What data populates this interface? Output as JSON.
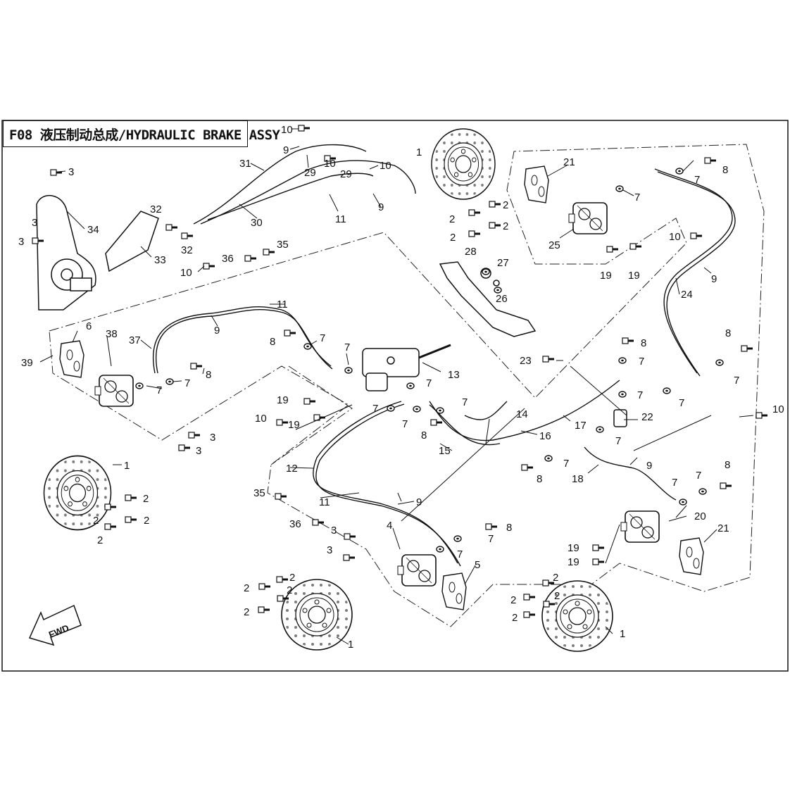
{
  "title": "F08 液压制动总成/HYDRAULIC BRAKE ASSY",
  "fwd_label": "FWD",
  "colors": {
    "line": "#111111",
    "background": "#ffffff"
  },
  "callouts": [
    {
      "id": "c-10a",
      "n": "10"
    },
    {
      "id": "c-9a",
      "n": "9"
    },
    {
      "id": "c-29a",
      "n": "29"
    },
    {
      "id": "c-10b",
      "n": "10"
    },
    {
      "id": "c-31",
      "n": "31"
    },
    {
      "id": "c-10c",
      "n": "10"
    },
    {
      "id": "c-29b",
      "n": "29"
    },
    {
      "id": "c-9b",
      "n": "9"
    },
    {
      "id": "c-11a",
      "n": "11"
    },
    {
      "id": "c-30",
      "n": "30"
    },
    {
      "id": "c-3a",
      "n": "3"
    },
    {
      "id": "c-34",
      "n": "34"
    },
    {
      "id": "c-3b",
      "n": "3"
    },
    {
      "id": "c-3c",
      "n": "3"
    },
    {
      "id": "c-32a",
      "n": "32"
    },
    {
      "id": "c-32b",
      "n": "32"
    },
    {
      "id": "c-33",
      "n": "33"
    },
    {
      "id": "c-36a",
      "n": "36"
    },
    {
      "id": "c-35a",
      "n": "35"
    },
    {
      "id": "c-10d",
      "n": "10"
    },
    {
      "id": "c-11b",
      "n": "11"
    },
    {
      "id": "c-9c",
      "n": "9"
    },
    {
      "id": "c-37",
      "n": "37"
    },
    {
      "id": "c-6",
      "n": "6"
    },
    {
      "id": "c-38",
      "n": "38"
    },
    {
      "id": "c-39",
      "n": "39"
    },
    {
      "id": "c-8a",
      "n": "8"
    },
    {
      "id": "c-7a",
      "n": "7"
    },
    {
      "id": "c-7b",
      "n": "7"
    },
    {
      "id": "c-7c",
      "n": "7"
    },
    {
      "id": "c-7d",
      "n": "7"
    },
    {
      "id": "c-8b",
      "n": "8"
    },
    {
      "id": "c-3d",
      "n": "3"
    },
    {
      "id": "c-3e",
      "n": "3"
    },
    {
      "id": "c-1a",
      "n": "1"
    },
    {
      "id": "c-2a",
      "n": "2"
    },
    {
      "id": "c-2b",
      "n": "2"
    },
    {
      "id": "c-2c",
      "n": "2"
    },
    {
      "id": "c-2d",
      "n": "2"
    },
    {
      "id": "c-1b",
      "n": "1"
    },
    {
      "id": "c-2e",
      "n": "2"
    },
    {
      "id": "c-2f",
      "n": "2"
    },
    {
      "id": "c-2g",
      "n": "2"
    },
    {
      "id": "c-2h",
      "n": "2"
    },
    {
      "id": "c-28",
      "n": "28"
    },
    {
      "id": "c-27",
      "n": "27"
    },
    {
      "id": "c-26",
      "n": "26"
    },
    {
      "id": "c-13",
      "n": "13"
    },
    {
      "id": "c-19a",
      "n": "19"
    },
    {
      "id": "c-19b",
      "n": "19"
    },
    {
      "id": "c-10e",
      "n": "10"
    },
    {
      "id": "c-7e",
      "n": "7"
    },
    {
      "id": "c-7f",
      "n": "7"
    },
    {
      "id": "c-7g",
      "n": "7"
    },
    {
      "id": "c-7h",
      "n": "7"
    },
    {
      "id": "c-8c",
      "n": "8"
    },
    {
      "id": "c-14",
      "n": "14"
    },
    {
      "id": "c-15",
      "n": "15"
    },
    {
      "id": "c-16",
      "n": "16"
    },
    {
      "id": "c-12",
      "n": "12"
    },
    {
      "id": "c-35b",
      "n": "35"
    },
    {
      "id": "c-11c",
      "n": "11"
    },
    {
      "id": "c-9d",
      "n": "9"
    },
    {
      "id": "c-36b",
      "n": "36"
    },
    {
      "id": "c-3f",
      "n": "3"
    },
    {
      "id": "c-3g",
      "n": "3"
    },
    {
      "id": "c-4",
      "n": "4"
    },
    {
      "id": "c-5",
      "n": "5"
    },
    {
      "id": "c-7i",
      "n": "7"
    },
    {
      "id": "c-7j",
      "n": "7"
    },
    {
      "id": "c-8d",
      "n": "8"
    },
    {
      "id": "c-2i",
      "n": "2"
    },
    {
      "id": "c-2j",
      "n": "2"
    },
    {
      "id": "c-2k",
      "n": "2"
    },
    {
      "id": "c-2l",
      "n": "2"
    },
    {
      "id": "c-1c",
      "n": "1"
    },
    {
      "id": "c-21a",
      "n": "21"
    },
    {
      "id": "c-25",
      "n": "25"
    },
    {
      "id": "c-19c",
      "n": "19"
    },
    {
      "id": "c-19d",
      "n": "19"
    },
    {
      "id": "c-7k",
      "n": "7"
    },
    {
      "id": "c-7l",
      "n": "7"
    },
    {
      "id": "c-8e",
      "n": "8"
    },
    {
      "id": "c-10f",
      "n": "10"
    },
    {
      "id": "c-9e",
      "n": "9"
    },
    {
      "id": "c-24",
      "n": "24"
    },
    {
      "id": "c-23",
      "n": "23"
    },
    {
      "id": "c-8f",
      "n": "8"
    },
    {
      "id": "c-7m",
      "n": "7"
    },
    {
      "id": "c-7n",
      "n": "7"
    },
    {
      "id": "c-22",
      "n": "22"
    },
    {
      "id": "c-17",
      "n": "17"
    },
    {
      "id": "c-7o",
      "n": "7"
    },
    {
      "id": "c-8g",
      "n": "8"
    },
    {
      "id": "c-7p",
      "n": "7"
    },
    {
      "id": "c-7q",
      "n": "7"
    },
    {
      "id": "c-10g",
      "n": "10"
    },
    {
      "id": "c-7r",
      "n": "7"
    },
    {
      "id": "c-8h",
      "n": "8"
    },
    {
      "id": "c-18",
      "n": "18"
    },
    {
      "id": "c-9f",
      "n": "9"
    },
    {
      "id": "c-7s",
      "n": "7"
    },
    {
      "id": "c-7t",
      "n": "7"
    },
    {
      "id": "c-8i",
      "n": "8"
    },
    {
      "id": "c-20",
      "n": "20"
    },
    {
      "id": "c-21b",
      "n": "21"
    },
    {
      "id": "c-19e",
      "n": "19"
    },
    {
      "id": "c-19f",
      "n": "19"
    },
    {
      "id": "c-2m",
      "n": "2"
    },
    {
      "id": "c-2n",
      "n": "2"
    },
    {
      "id": "c-2o",
      "n": "2"
    },
    {
      "id": "c-2p",
      "n": "2"
    },
    {
      "id": "c-1d",
      "n": "1"
    }
  ]
}
